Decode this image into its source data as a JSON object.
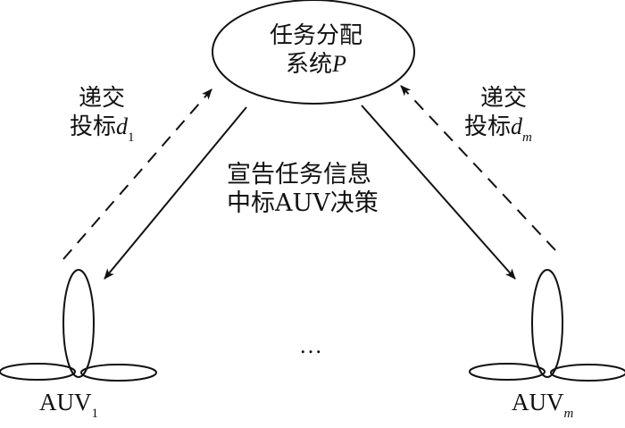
{
  "system_node": {
    "line1": "任务分配",
    "line2_prefix": "系统",
    "line2_symbol": "P"
  },
  "left_bid": {
    "line1": "递交",
    "line2_prefix": "投标",
    "symbol": "d",
    "subscript": "1"
  },
  "right_bid": {
    "line1": "递交",
    "line2_prefix": "投标",
    "symbol": "d",
    "subscript": "m"
  },
  "center_note": {
    "line1": "宣告任务信息",
    "line2": "中标AUV决策"
  },
  "auv_left": {
    "name": "AUV",
    "subscript": "1"
  },
  "auv_right": {
    "name": "AUV",
    "subscript": "m"
  },
  "ellipsis": "…",
  "colors": {
    "stroke": "#111111",
    "background": "#ffffff"
  }
}
